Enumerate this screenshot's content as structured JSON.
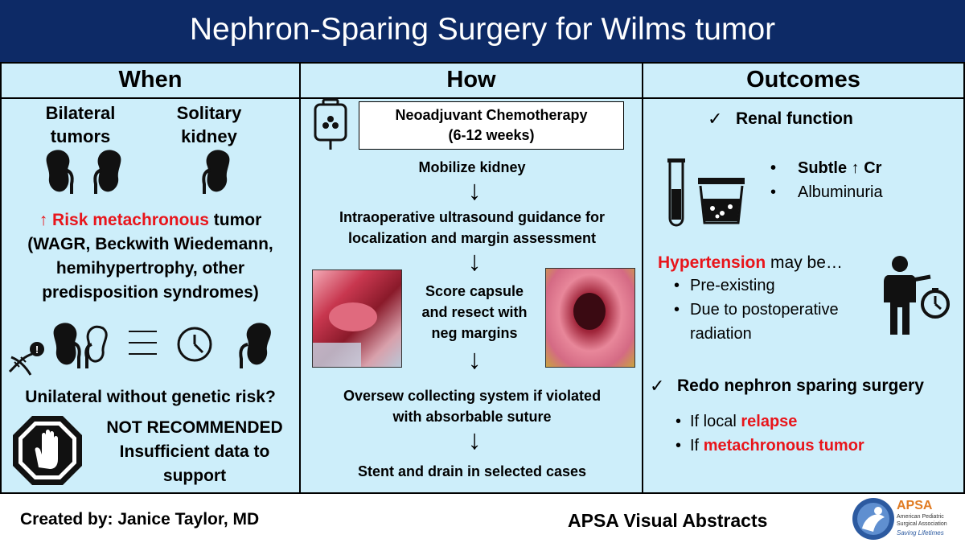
{
  "title": "Nephron-Sparing Surgery for Wilms tumor",
  "colors": {
    "banner": "#0d2a66",
    "panel": "#cdeefa",
    "accent_red": "#e8151b"
  },
  "when": {
    "heading": "When",
    "bilateral": "Bilateral",
    "tumors": "tumors",
    "solitary": "Solitary",
    "kidney": "kidney",
    "risk_arrow": "↑",
    "risk_red": "Risk metachronous",
    "risk_tumor": "tumor",
    "syndromes": [
      "(WAGR, Beckwith Wiedemann,",
      "hemihypertrophy, other",
      "predisposition syndromes)"
    ],
    "question": "Unilateral without genetic risk?",
    "not_recommended": "NOT RECOMMENDED",
    "insufficient": [
      "Insufficient data to",
      "support"
    ],
    "icons": [
      "kidney-icon",
      "dna-warning-icon",
      "clock-icon",
      "stop-hand-icon"
    ]
  },
  "how": {
    "heading": "How",
    "chemo": [
      "Neoadjuvant Chemotherapy",
      "(6-12 weeks)"
    ],
    "step1": "Mobilize kidney",
    "step2": [
      "Intraoperative ultrasound guidance for",
      "localization and margin assessment"
    ],
    "step3": [
      "Score capsule",
      "and resect with",
      "neg margins"
    ],
    "step4": [
      "Oversew collecting system if violated",
      "with absorbable suture"
    ],
    "step5": "Stent and drain in selected cases",
    "arrow": "↓",
    "icons": [
      "iv-bag-icon",
      "surgery-photo",
      "resection-photo"
    ]
  },
  "outcomes": {
    "heading": "Outcomes",
    "check": "✓",
    "renal": "Renal function",
    "bullet": "•",
    "subtle": "Subtle ↑ Cr",
    "albuminuria": "Albuminuria",
    "hypertension_red": "Hypertension",
    "hypertension_rest": "may be…",
    "pre_existing": "Pre-existing",
    "due_to": [
      "Due to postoperative",
      "radiation"
    ],
    "redo": "Redo nephron sparing surgery",
    "if1": "If local",
    "relapse": "relapse",
    "if2": "If",
    "metachronous": "metachronous tumor",
    "icons": [
      "test-tube-icon",
      "urine-cup-icon",
      "person-timer-icon"
    ]
  },
  "footer": {
    "created_by": "Created by: Janice Taylor, MD",
    "abstracts": "APSA Visual Abstracts",
    "logo_text": "APSA",
    "logo_sub": [
      "American Pediatric",
      "Surgical Association"
    ],
    "logo_tag": "Saving Lifetimes"
  }
}
